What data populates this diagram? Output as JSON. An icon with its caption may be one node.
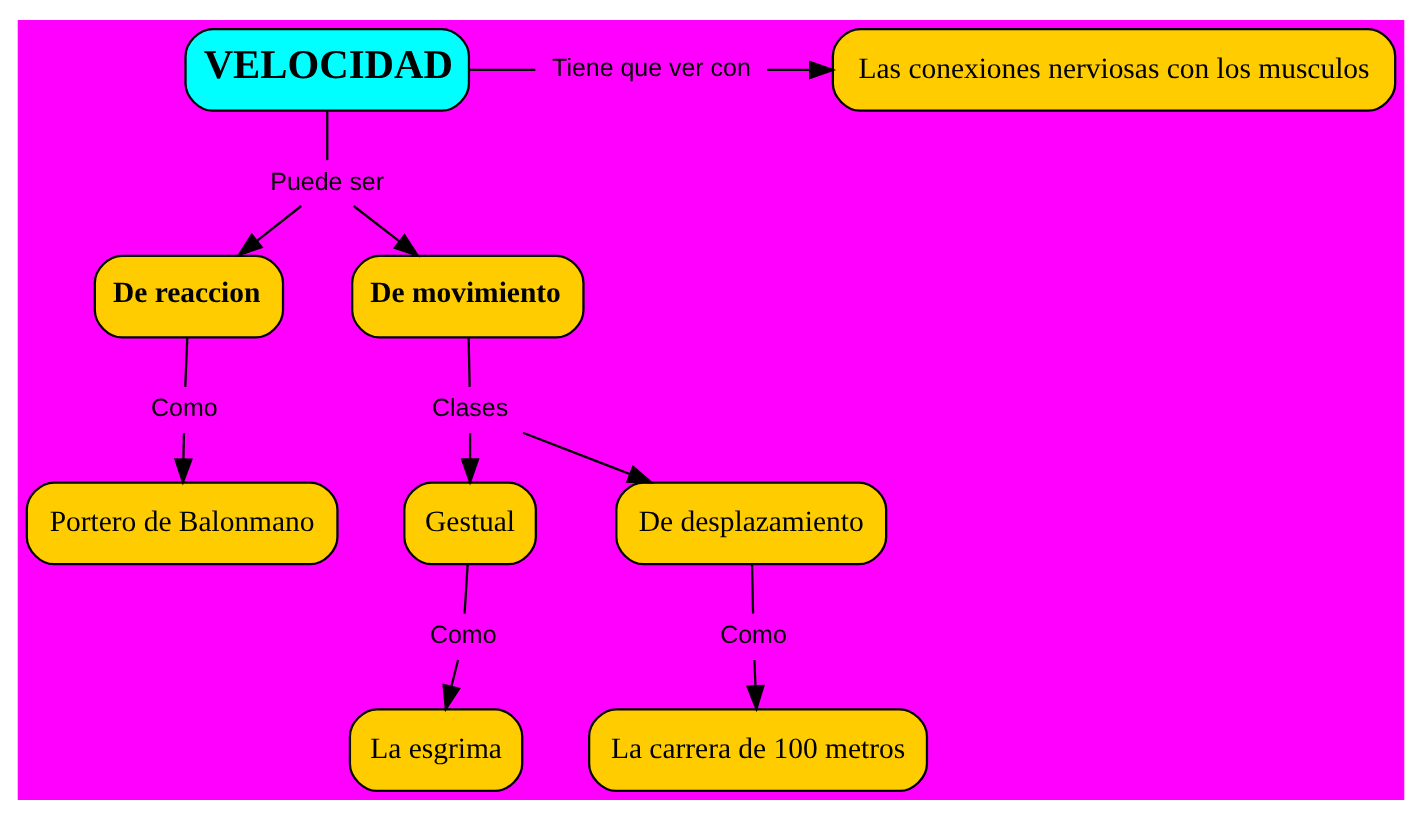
{
  "diagram": {
    "nodes": [
      {
        "text": [
          "VELOCIDAD"
        ]
      },
      {
        "text": [
          "Tiene que ver con"
        ]
      },
      {
        "text": [
          "Las conexiones nerviosas con los musculos"
        ]
      },
      {
        "text": [
          "Puede ser"
        ]
      },
      {
        "text": [
          "De reaccion"
        ]
      },
      {
        "text": [
          "De movimiento"
        ]
      },
      {
        "text": [
          "Como"
        ]
      },
      {
        "text": [
          "Portero de Balonmano"
        ]
      },
      {
        "text": [
          "Clases"
        ]
      },
      {
        "text": [
          "Gestual"
        ]
      },
      {
        "text": [
          "De desplazamiento"
        ]
      },
      {
        "text": [
          "Como"
        ]
      },
      {
        "text": [
          "La esgrima"
        ]
      },
      {
        "text": [
          "Como"
        ]
      },
      {
        "text": [
          "La carrera de 100 metros"
        ]
      }
    ],
    "edges": [
      {
        "from": 0,
        "to": 1,
        "arrow": "none"
      },
      {
        "from": 1,
        "to": 2,
        "arrow": "to"
      },
      {
        "from": 0,
        "to": 3,
        "arrow": "none"
      },
      {
        "from": 3,
        "to": 4,
        "arrow": "to"
      },
      {
        "from": 3,
        "to": 5,
        "arrow": "to"
      },
      {
        "from": 4,
        "to": 6,
        "arrow": "none"
      },
      {
        "from": 6,
        "to": 7,
        "arrow": "to"
      },
      {
        "from": 5,
        "to": 8,
        "arrow": "none"
      },
      {
        "from": 8,
        "to": 9,
        "arrow": "to"
      },
      {
        "from": 8,
        "to": 10,
        "arrow": "to"
      },
      {
        "from": 9,
        "to": 11,
        "arrow": "none"
      },
      {
        "from": 11,
        "to": 12,
        "arrow": "to"
      },
      {
        "from": 10,
        "to": 13,
        "arrow": "none"
      },
      {
        "from": 13,
        "to": 14,
        "arrow": "to"
      }
    ]
  }
}
